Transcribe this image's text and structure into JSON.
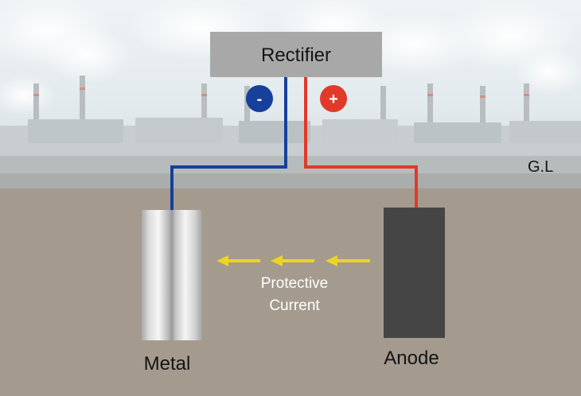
{
  "rectifier": {
    "label": "Rectifier"
  },
  "polarity": {
    "negative": "-",
    "positive": "+"
  },
  "ground_level": {
    "label": "G.L"
  },
  "metal": {
    "label": "Metal"
  },
  "anode": {
    "label": "Anode"
  },
  "current": {
    "line1": "Protective",
    "line2": "Current"
  },
  "colors": {
    "sky": "#e7eef1",
    "soil": "#a49a8e",
    "rectifier_box": "#a8a8a8",
    "negative_wire": "#16409a",
    "positive_wire": "#e03a2a",
    "anode_block": "#454545",
    "arrow": "#ecd324",
    "label_dark": "#141414",
    "label_light": "#ffffff"
  }
}
